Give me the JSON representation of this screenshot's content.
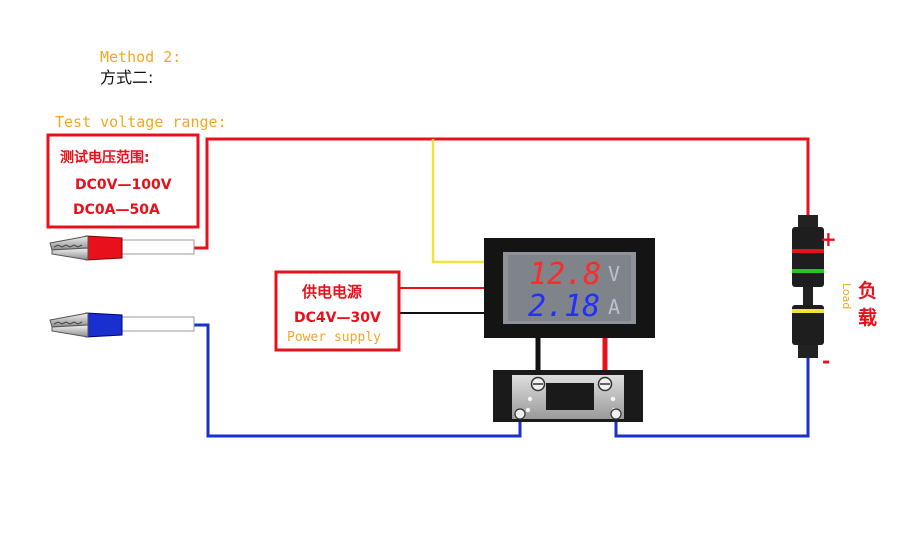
{
  "method": {
    "en": "Method 2:",
    "cn": "方式二:"
  },
  "test_range": {
    "en_label": "Test voltage range:",
    "cn_title": "测试电压范围:",
    "voltage": "DC0V—100V",
    "current": "DC0A—50A"
  },
  "power": {
    "cn_label": "供电电源",
    "voltage": "DC4V—30V",
    "en_label": "Power supply"
  },
  "meter": {
    "voltage_reading": "12.8",
    "voltage_unit": "V",
    "current_reading": "2.18",
    "current_unit": "A"
  },
  "load": {
    "plus": "+",
    "minus": "-",
    "cn_char1": "负",
    "cn_char2": "载",
    "en": "Load"
  },
  "colors": {
    "wire_red": "#e8101a",
    "wire_blue": "#1a2fd0",
    "wire_yellow": "#f2e23a",
    "wire_black": "#111111",
    "label_orange": "#f5a623"
  }
}
